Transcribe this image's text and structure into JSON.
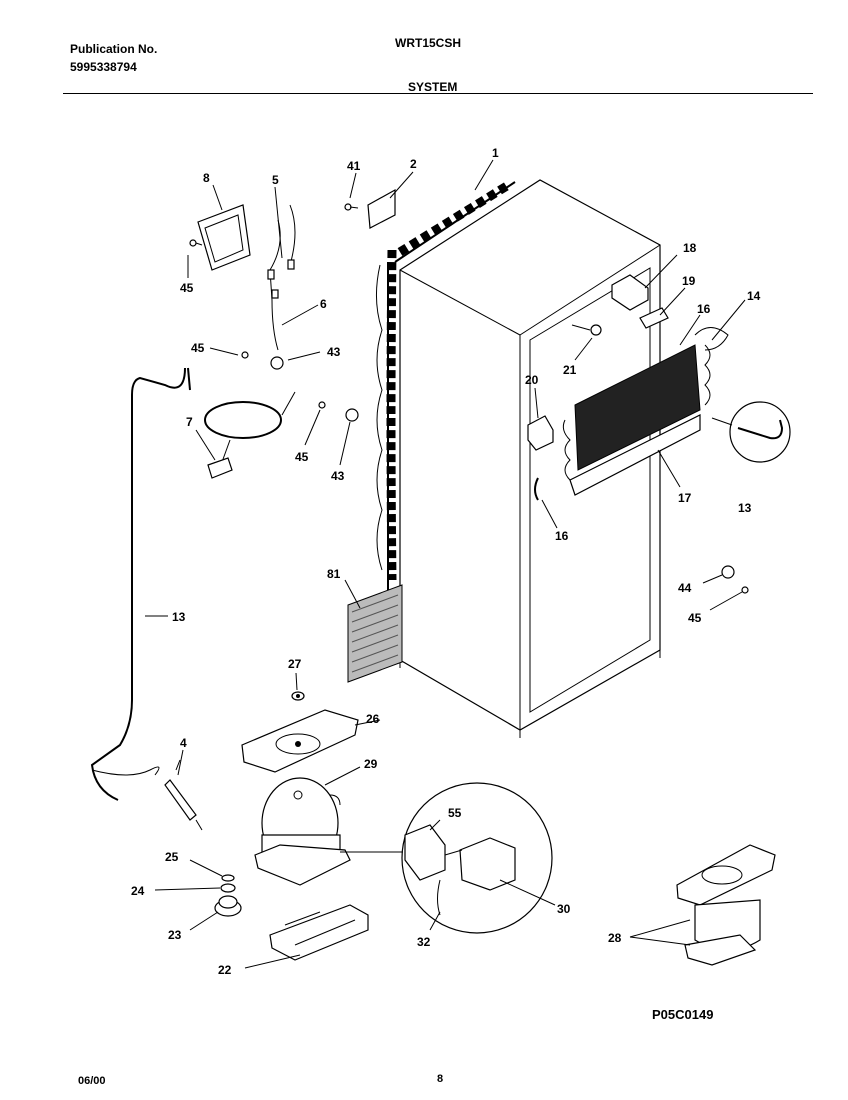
{
  "header": {
    "publication_label": "Publication No.",
    "publication_number": "5995338794",
    "model": "WRT15CSH",
    "section": "SYSTEM"
  },
  "footer": {
    "diagram_code": "P05C0149",
    "date": "06/00",
    "page": "8"
  },
  "callouts": [
    "1",
    "2",
    "41",
    "8",
    "5",
    "18",
    "19",
    "14",
    "16",
    "45",
    "6",
    "21",
    "45",
    "43",
    "20",
    "7",
    "45",
    "43",
    "17",
    "13",
    "16",
    "81",
    "44",
    "45",
    "13",
    "27",
    "26",
    "4",
    "29",
    "55",
    "25",
    "24",
    "30",
    "23",
    "32",
    "28",
    "22"
  ]
}
